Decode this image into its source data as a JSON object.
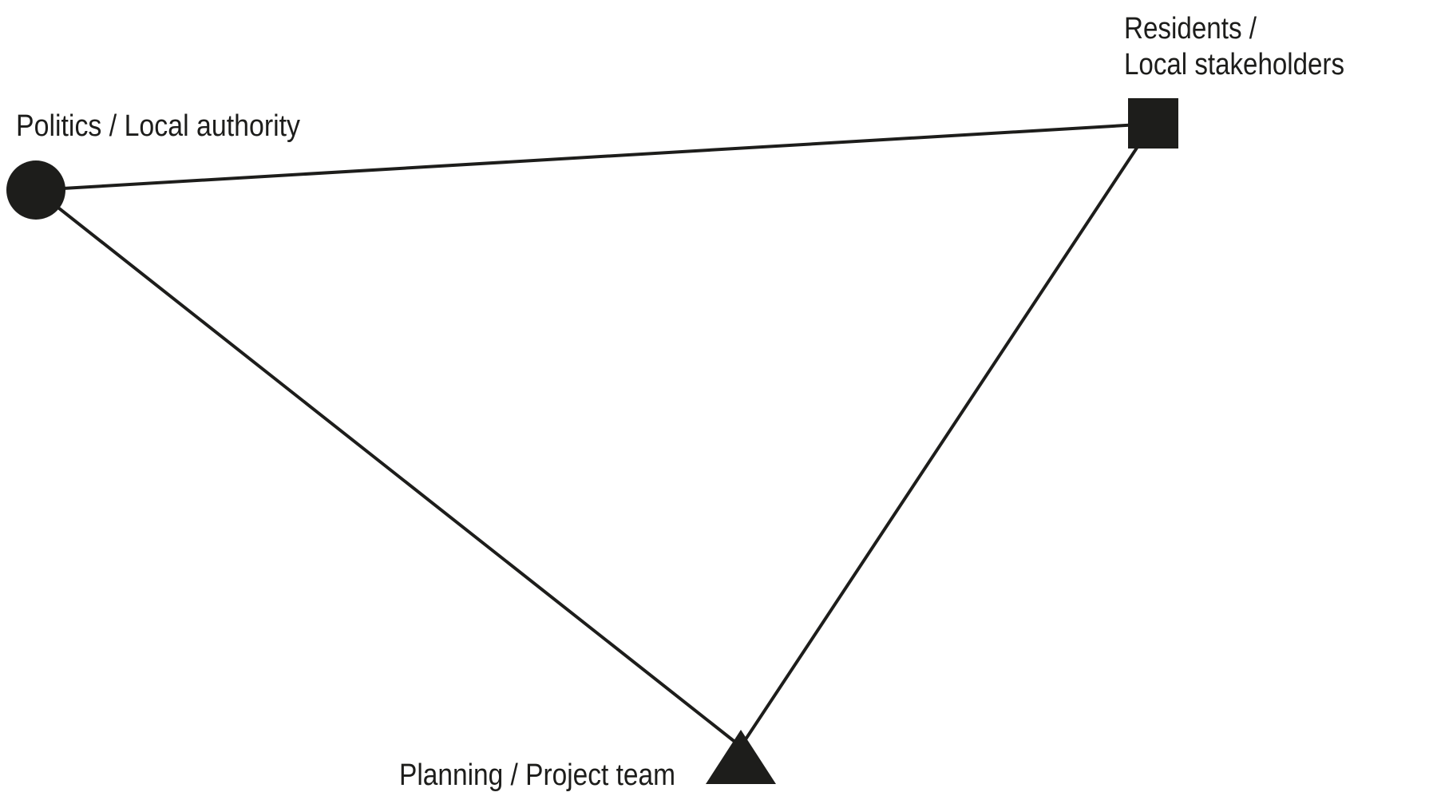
{
  "diagram": {
    "colors": {
      "ink": "#1d1d1b",
      "background": "#ffffff"
    },
    "nodes": {
      "politics": {
        "shape": "circle",
        "label": "Politics / Local authority"
      },
      "residents": {
        "shape": "square",
        "label_line1": "Residents /",
        "label_line2": "Local stakeholders"
      },
      "planning": {
        "shape": "triangle",
        "label": "Planning / Project team"
      }
    },
    "edges": [
      {
        "from": "politics",
        "to": "residents"
      },
      {
        "from": "politics",
        "to": "planning"
      },
      {
        "from": "residents",
        "to": "planning"
      }
    ]
  }
}
